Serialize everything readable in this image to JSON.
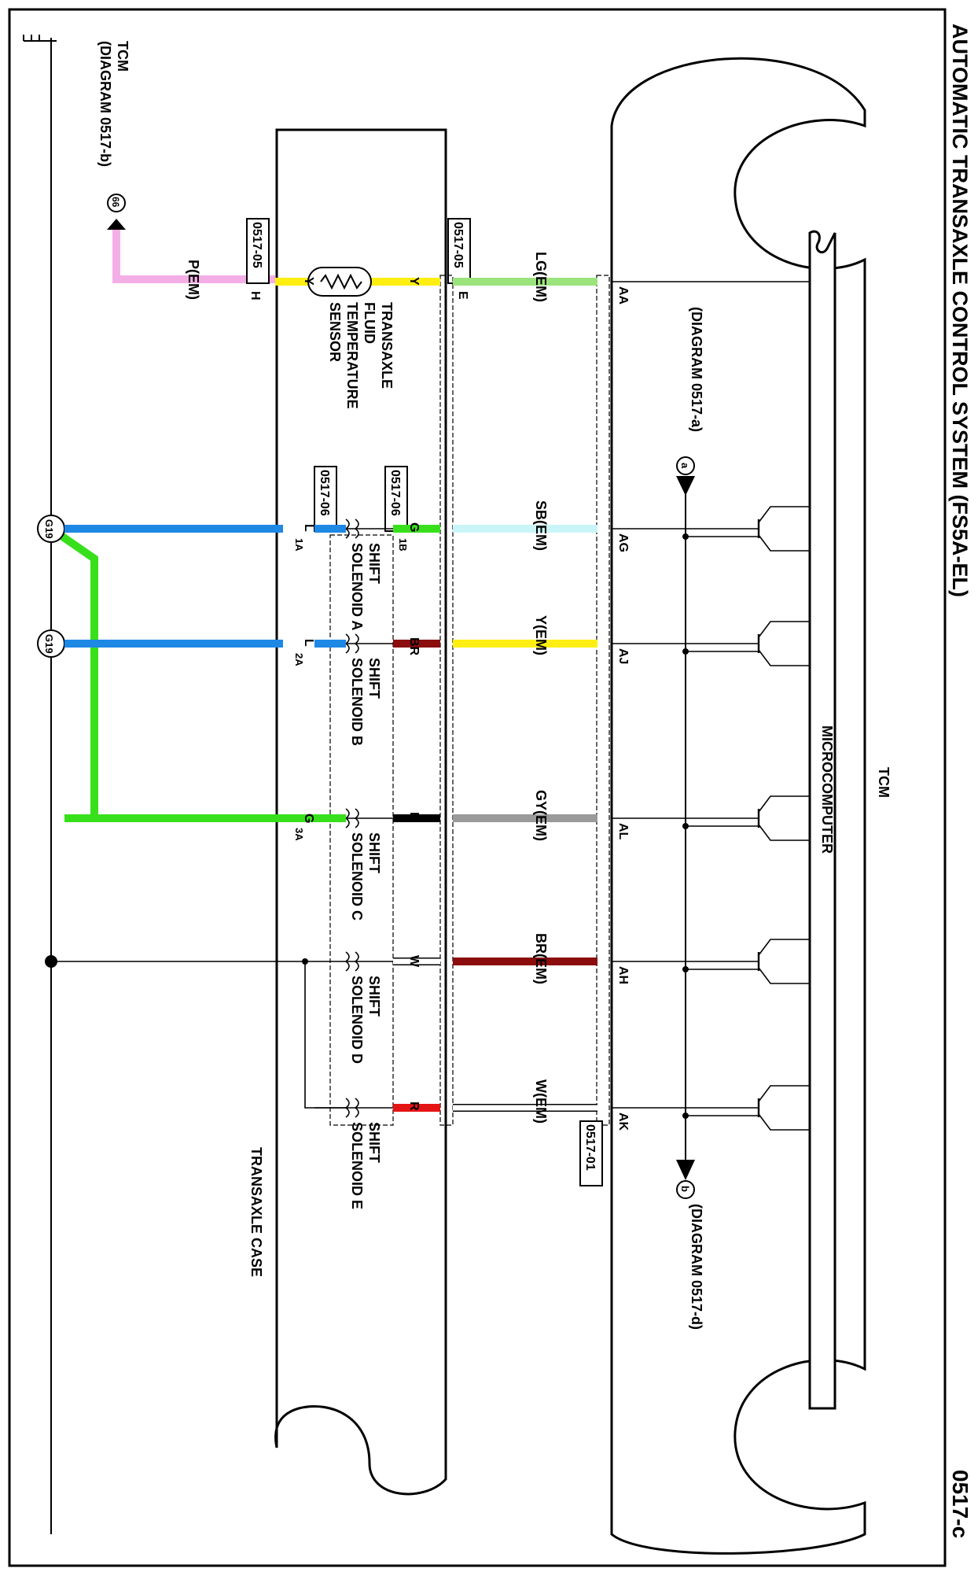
{
  "title": "AUTOMATIC TRANSAXLE CONTROL SYSTEM (FS5A-EL)",
  "page_number": "0517-c",
  "tcm": {
    "label": "TCM",
    "microcomputer_label": "MICROCOMPUTER",
    "connector_label": "0517-01",
    "ref_a": {
      "letter": "a",
      "text": "(DIAGRAM 0517-a)"
    },
    "ref_b": {
      "letter": "b",
      "text": "(DIAGRAM 0517-d)"
    }
  },
  "transaxle_case": {
    "label": "TRANSAXLE CASE",
    "connector_top_left": "0517-05",
    "connector_top_right": "0517-05",
    "connector_mid_left": "0517-06",
    "connector_mid_right": "0517-06"
  },
  "tcm_ref": {
    "line1": "TCM",
    "line2": "(DIAGRAM 0517-b)",
    "pin": "66"
  },
  "ground": {
    "label": "G19"
  },
  "sensor": {
    "name_lines": [
      "TRANSAXLE",
      "FLUID",
      "TEMPERATURE",
      "SENSOR"
    ],
    "pin_left": "Y",
    "pin_right": "Y",
    "outer_pin_right": "E",
    "outer_pin_left": "H",
    "wire_right": {
      "label": "LG(EM)",
      "color": "#9be37d"
    },
    "wire_left": {
      "label": "P(EM)",
      "color": "#f4aee6"
    },
    "tcm_pin": "AA"
  },
  "solenoids": [
    {
      "name1": "SHIFT",
      "name2": "SOLENOID A",
      "tcm_pin": "AG",
      "wire_label": "SB(EM)",
      "wire_color": "#c9f5f8",
      "inner_right": "G",
      "inner_right_color": "#38e01c",
      "pin_num": "1B",
      "inner_left": "L",
      "inner_left_color": "#1e88e5",
      "pin_num_left": "1A"
    },
    {
      "name1": "SHIFT",
      "name2": "SOLENOID B",
      "tcm_pin": "AJ",
      "wire_label": "Y(EM)",
      "wire_color": "#ffee11",
      "inner_right": "BR",
      "inner_right_color": "#8b0d0d",
      "pin_num": "",
      "inner_left": "L",
      "inner_left_color": "#1e88e5",
      "pin_num_left": "2A"
    },
    {
      "name1": "SHIFT",
      "name2": "SOLENOID C",
      "tcm_pin": "AL",
      "wire_label": "GY(EM)",
      "wire_color": "#9a9a9a",
      "inner_right": "B",
      "inner_right_color": "#000000",
      "pin_num": "",
      "inner_left": "G",
      "inner_left_color": "#38e01c",
      "pin_num_left": "3A"
    },
    {
      "name1": "SHIFT",
      "name2": "SOLENOID D",
      "tcm_pin": "AH",
      "wire_label": "BR(EM)",
      "wire_color": "#8b0d0d",
      "inner_right": "W",
      "inner_right_color": "#ffffff",
      "pin_num": "",
      "inner_left": "",
      "inner_left_color": "",
      "pin_num_left": ""
    },
    {
      "name1": "SHIFT",
      "name2": "SOLENOID E",
      "tcm_pin": "AK",
      "wire_label": "W(EM)",
      "wire_color": "#ffffff",
      "inner_right": "R",
      "inner_right_color": "#e51414",
      "pin_num": "",
      "inner_left": "",
      "inner_left_color": "",
      "pin_num_left": ""
    }
  ],
  "colors": {
    "blue": "#1e88e5",
    "green": "#38e01c"
  }
}
